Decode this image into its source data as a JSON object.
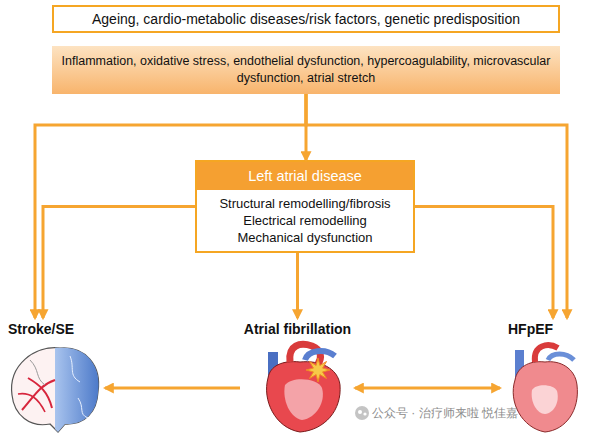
{
  "diagram": {
    "nodes": [
      {
        "text": [
          "Ageing, cardio-metabolic diseases/risk factors, genetic predisposition"
        ]
      },
      {
        "text": [
          "Inflammation, oxidative stress, endothelial dysfunction, hypercoagulability, microvascular dysfunction, atrial stretch"
        ]
      },
      {
        "text": [
          "Left atrial disease",
          "Structural remodelling/fibrosis Electrical remodelling Mechanical dysfunction"
        ]
      },
      {
        "text": [
          "Stroke/SE"
        ]
      },
      {
        "text": [
          "Atrial fibrillation"
        ]
      },
      {
        "text": [
          "HFpEF"
        ]
      }
    ],
    "edges": [
      {
        "from": 1,
        "to": 2,
        "arrow": "to"
      },
      {
        "from": 1,
        "to": 3,
        "arrow": "to"
      },
      {
        "from": 1,
        "to": 5,
        "arrow": "to"
      },
      {
        "from": 2,
        "to": 3,
        "arrow": "to"
      },
      {
        "from": 2,
        "to": 5,
        "arrow": "to"
      },
      {
        "from": 2,
        "to": 4,
        "arrow": "to"
      },
      {
        "from": 4,
        "to": 3,
        "arrow": "to"
      },
      {
        "from": 4,
        "to": 5,
        "arrow": "both"
      }
    ],
    "labels": [
      "公众号 · 治疗师来啦 悦佳嘉"
    ]
  }
}
